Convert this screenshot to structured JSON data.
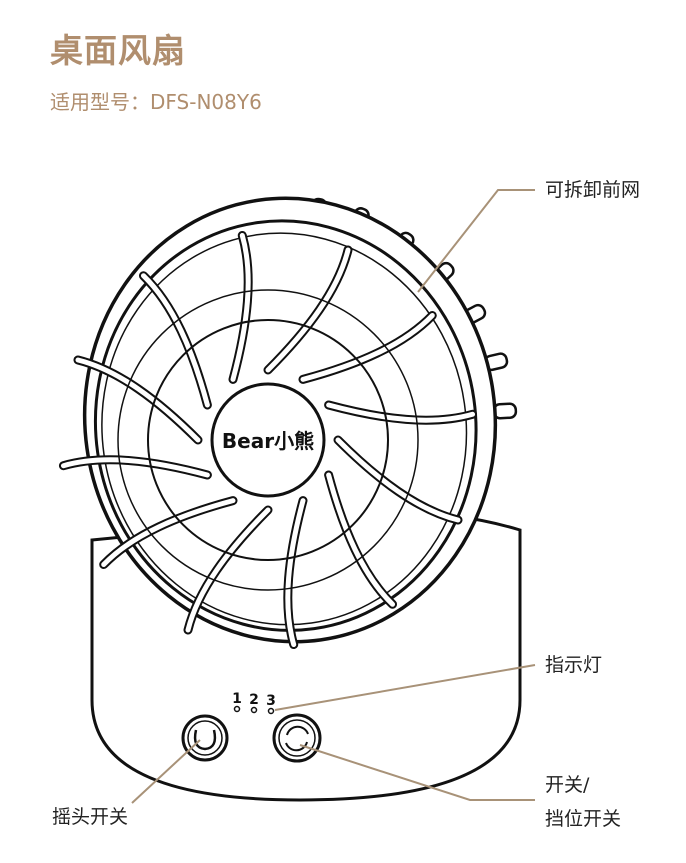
{
  "header": {
    "title": "桌面风扇",
    "model_line": "适用型号：DFS-N08Y6"
  },
  "callouts": {
    "front_grille": "可拆卸前网",
    "indicator": "指示灯",
    "oscillation_switch": "摇头开关",
    "power_line1": "开关/",
    "power_line2": "挡位开关"
  },
  "panel": {
    "indicator_numbers": [
      "1",
      "2",
      "3"
    ]
  },
  "logo": "Bear小熊",
  "colors": {
    "accent": "#b08e6e",
    "line": "#111111"
  }
}
